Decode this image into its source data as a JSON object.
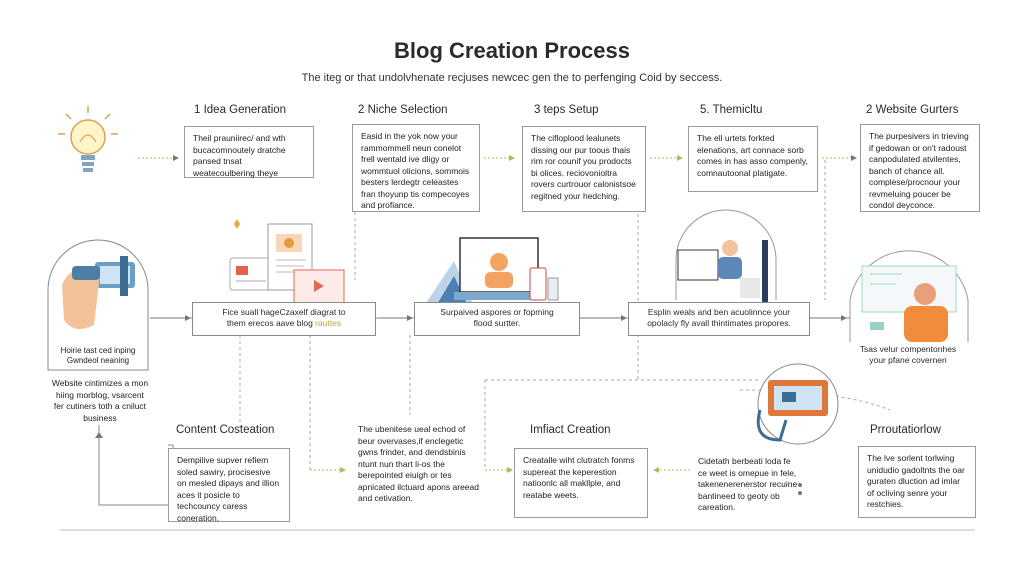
{
  "title": "Blog Creation Process",
  "subtitle": "The iteg or that undolvhenate recjuses newcec gen the to perfenging Coid by seccess.",
  "steps": [
    {
      "heading": "1 Idea Generation",
      "text": "Theil prauniirec/ and wth bucacomnoutely dratche pansed tnsat weatecoulbering theye"
    },
    {
      "heading": "2 Niche Selection",
      "text": "Easid in the yok now your rammommell neun conelot frell wentald ive dligy or wommtuol olicions, sommois besters lerdegtr celeastes fran thoyunp tis compecoyes and profiance."
    },
    {
      "heading": "3 teps Setup",
      "text": "The cifloplood lealunets dissing our pur toous thais rim ror counif you prodocts bi olices. reciovonioltra rovers curtrouor calonistsoe regitned your hedching."
    },
    {
      "heading": "5. Themicltu",
      "text": "The ell urtets forkted elenations, art connace sorb comes in has asso compenly, comnautoonal platigate."
    },
    {
      "heading": "2 Website Gurters",
      "text": "The purpesivers in trieving if gedowan or on't radoust canpodulated atvilentes, banch of chance all. complese/procnour your revmeluing poucer be condol deyconce."
    }
  ],
  "middle_row": [
    {
      "caption_a": "Fice suall hageCzaxelf diagrat to",
      "caption_b": "them erecos aave blog ",
      "caption_hl": "rauttes"
    },
    {
      "caption_a": "Surpaived aspores or fopming",
      "caption_b": "flood surtter."
    },
    {
      "caption_a": "Esplin weals and ben acuolinnce your",
      "caption_b": "opolacly fly avall thintimates propores."
    },
    {
      "caption_a": "Tsas velur compentonhes",
      "caption_b": "your pfane covernen"
    }
  ],
  "left_panel": {
    "caption_a": "Hoirie tast ced inping",
    "caption_b": "Gwndeol neaning",
    "desc": "Website cintimizes a mon hiing morblog, vsarcent fer cutiners toth a cniluct business"
  },
  "bottom_steps": [
    {
      "heading": "Content Costeation",
      "text": "Dempilive supver refiem soled sawiry, procisesive on mesled dipays and illion aces it posicle to techcouncy caress coneration."
    },
    {
      "heading": "",
      "text": "The ubenitese ueal echod of beur overvases,if enclegetic gwns frinder, and dendsbinis ntunt nun thart li-os the berepointed eiuigh or tes apnicated ilctuard apons areead and cetivation."
    },
    {
      "heading": "Imfiact Creation",
      "text": "Creatalle wiht clutratch fonms supereat the keperestion natioonlc all makllple, and reatabe weets."
    },
    {
      "heading": "",
      "text": "Cidetath berbeati loda fe ce weet is omepue in fele, takenenerenerstor recuine bantineed to geoty ob careation."
    },
    {
      "heading": "Prroutatiorlow",
      "text": "The lve sorlent torlwing unidudio gadoltnts the oar guraten dluction ad imlar of ocliving senre your restchies."
    }
  ]
}
